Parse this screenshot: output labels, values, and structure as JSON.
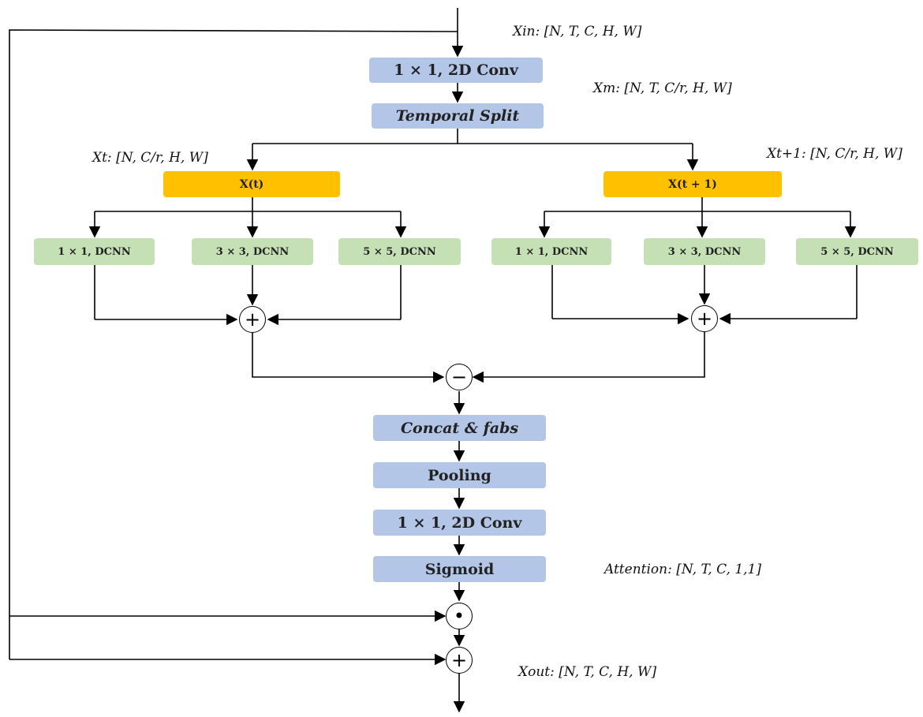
{
  "top": {
    "conv_label": "1 × 1, 2D Conv",
    "split_label": "Temporal Split",
    "xin_label": "Xin: [N, T, C, H, W]",
    "xm_label": "Xm: [N, T, C/r, H, W]"
  },
  "left_branch": {
    "shape_label": "Xt: [N, C/r, H, W]",
    "node_label": "X(t)",
    "kernels": [
      "1 × 1, DCNN",
      "3 × 3, DCNN",
      "5 × 5, DCNN"
    ],
    "sum_symbol": "+"
  },
  "right_branch": {
    "shape_label": "Xt+1: [N, C/r, H, W]",
    "node_label": "X(t + 1)",
    "kernels": [
      "1 × 1, DCNN",
      "3 × 3, DCNN",
      "5 × 5, DCNN"
    ],
    "sum_symbol": "+"
  },
  "merge": {
    "subtract_symbol": "−"
  },
  "bottom": {
    "concat_label": "Concat & fabs",
    "pooling_label": "Pooling",
    "conv_label": "1 × 1, 2D Conv",
    "sigmoid_label": "Sigmoid",
    "attention_label": "Attention: [N, T, C, 1,1]",
    "multiply_symbol": "•",
    "add_symbol": "+",
    "xout_label": "Xout: [N, T, C, H, W]"
  },
  "colors": {
    "blue_box": "#b4c6e7",
    "orange_box": "#ffc000",
    "green_box": "#c5e0b4"
  }
}
